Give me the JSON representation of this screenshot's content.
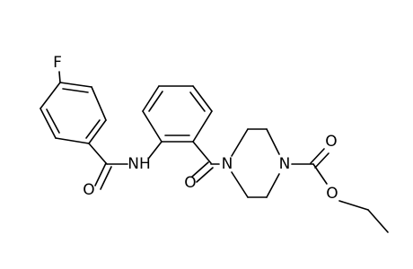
{
  "molecule": {
    "atom_labels": {
      "fluorine": "F",
      "amide_nitrogen": "NH",
      "amide_oxygen": "O",
      "ketone_oxygen": "O",
      "piperazine_n_left": "N",
      "piperazine_n_right": "N",
      "carbamate_oxygen_double": "O",
      "carbamate_oxygen_single": "O"
    },
    "colors": {
      "bond": "#000000",
      "label": "#000000",
      "background": "#ffffff"
    }
  }
}
